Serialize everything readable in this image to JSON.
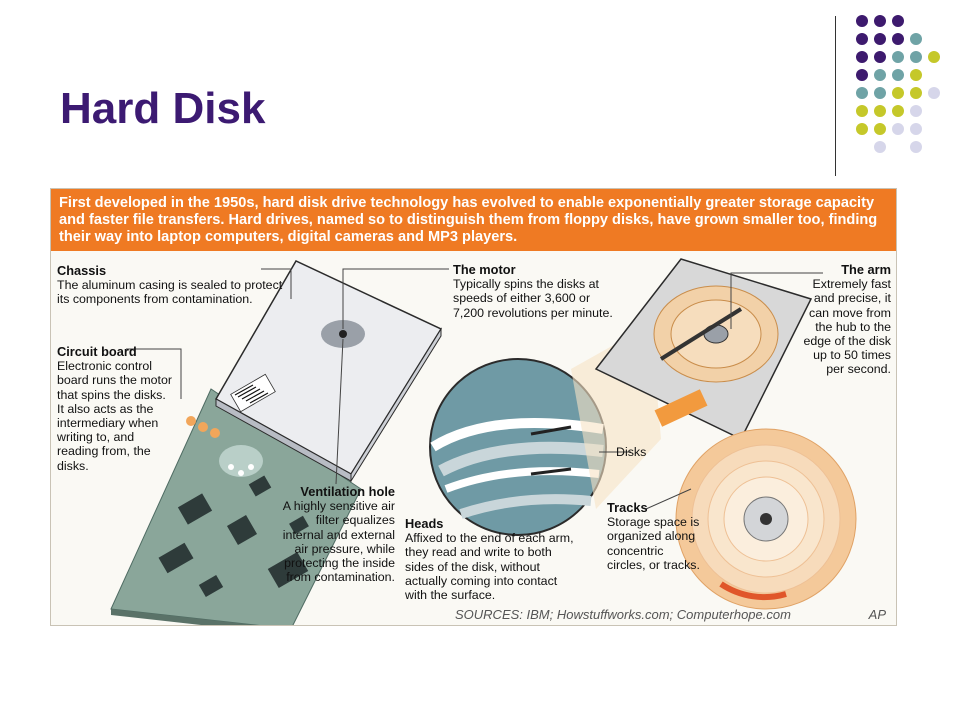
{
  "slide": {
    "title": "Hard Disk",
    "colors": {
      "title": "#3c1a72",
      "banner": "#ef7a23",
      "dot_purple": "#3d1a6e",
      "dot_teal": "#6fa3a6",
      "dot_olive": "#c5c82a",
      "dot_lavender": "#d6d6ea"
    }
  },
  "infographic": {
    "intro": "First developed in the 1950s, hard disk drive technology has evolved to enable exponentially greater storage capacity and faster file transfers. Hard drives, named so to distinguish them from floppy disks, have grown smaller too, finding their way into laptop computers, digital cameras and MP3 players.",
    "labels": {
      "chassis": {
        "title": "Chassis",
        "body": "The aluminum casing is sealed to protect its components from contamination."
      },
      "circuit_board": {
        "title": "Circuit board",
        "body": "Electronic control board runs the motor that spins the disks. It also acts as the intermediary when writing to, and reading from, the disks."
      },
      "motor": {
        "title": "The motor",
        "body": "Typically spins the disks at speeds of either 3,600 or 7,200 revolutions per minute."
      },
      "arm": {
        "title": "The arm",
        "body": "Extremely fast and precise, it can move from the hub to the edge of the disk up to 50 times per second."
      },
      "ventilation_hole": {
        "title": "Ventilation hole",
        "body": "A highly sensitive air filter equalizes internal and external air pressure, while protecting the inside from contamination."
      },
      "heads": {
        "title": "Heads",
        "body": "Affixed to the end of each arm, they read and write to both sides of the disk, without actually coming into contact with the surface."
      },
      "disks": {
        "title": "Disks"
      },
      "tracks": {
        "title": "Tracks",
        "body": "Storage space is organized along concentric circles, or tracks."
      }
    },
    "sources": "SOURCES: IBM; Howstuffworks.com; Computerhope.com",
    "credit": "AP"
  }
}
